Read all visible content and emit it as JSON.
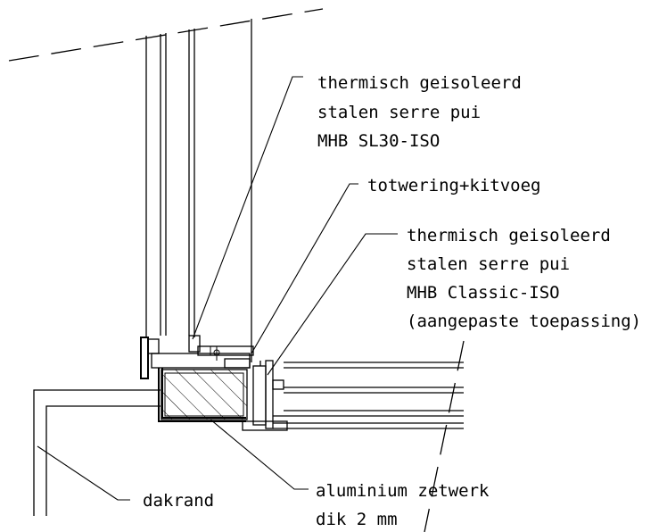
{
  "labels": {
    "pui_sl30": {
      "line1": "thermisch geisoleerd",
      "line2": "stalen serre pui",
      "line3": "MHB SL30-ISO"
    },
    "totwering": "totwering+kitvoeg",
    "pui_classic": {
      "line1": "thermisch geisoleerd",
      "line2": "stalen serre pui",
      "line3": "MHB Classic-ISO",
      "line4": "(aangepaste toepassing)"
    },
    "dakrand": "dakrand",
    "aluminium": {
      "line1": "aluminium zetwerk",
      "line2": "dik 2 mm"
    }
  }
}
